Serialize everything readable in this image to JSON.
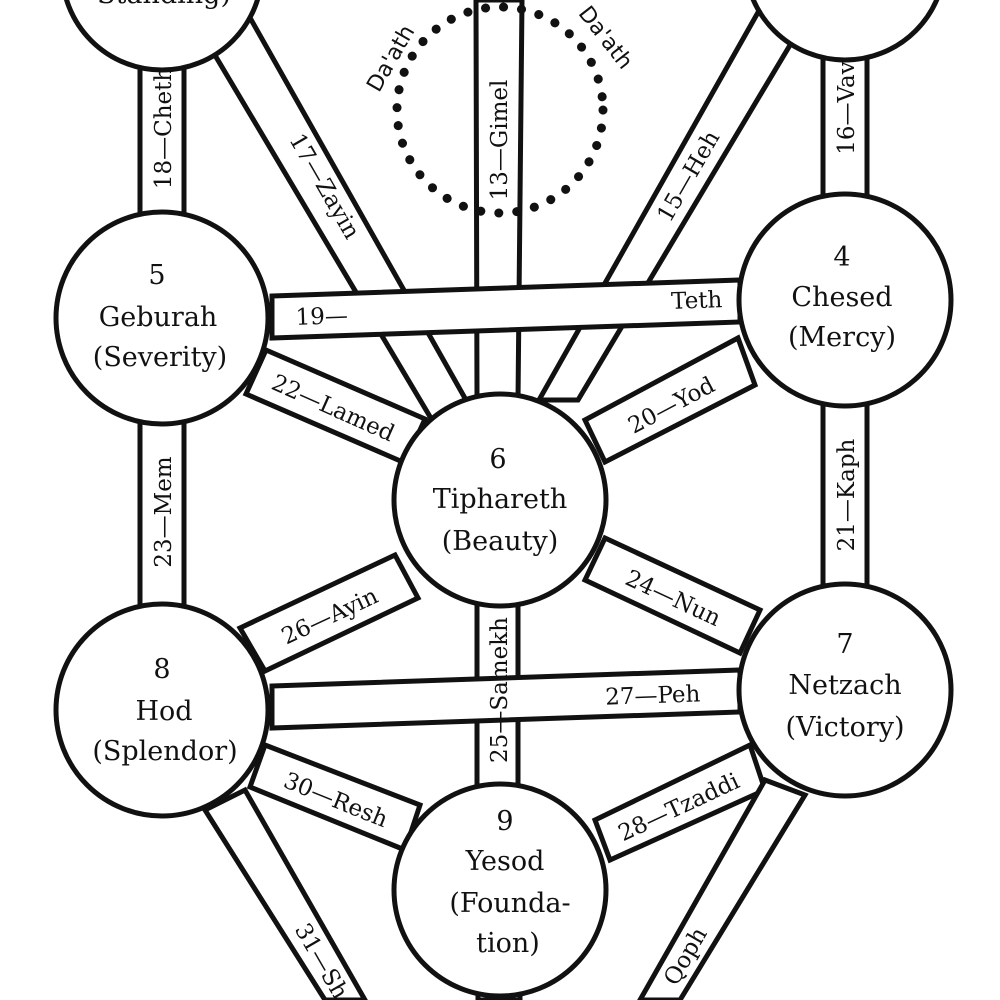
{
  "colors": {
    "ink": "#111111",
    "paper": "#ffffff"
  },
  "top_left_label": "Standing)",
  "daath": {
    "label": "Da'ath"
  },
  "sephiroth": {
    "geburah": {
      "number": "5",
      "name": "Geburah",
      "title": "(Severity)"
    },
    "chesed": {
      "number": "4",
      "name": "Chesed",
      "title": "(Mercy)"
    },
    "tiphareth": {
      "number": "6",
      "name": "Tiphareth",
      "title": "(Beauty)"
    },
    "hod": {
      "number": "8",
      "name": "Hod",
      "title": "(Splendor)"
    },
    "netzach": {
      "number": "7",
      "name": "Netzach",
      "title": "(Victory)"
    },
    "yesod": {
      "number": "9",
      "name": "Yesod",
      "line1": "(Founda-",
      "line2": "tion)"
    }
  },
  "paths": {
    "p13": "13—Gimel",
    "p15": "15—Heh",
    "p16": "16—Vav",
    "p17": "17—Zayin",
    "p18": "18—Cheth",
    "p19_left": "19—",
    "p19_right": "Teth",
    "p20": "20—Yod",
    "p21": "21—Kaph",
    "p22": "22—Lamed",
    "p23": "23—Mem",
    "p24": "24—Nun",
    "p25": "25—Samekh",
    "p26": "26—Ayin",
    "p27": "27—Peh",
    "p28": "28—Tzaddi",
    "p30": "30—Resh",
    "p31": "31—Sh",
    "p29": "Qoph"
  }
}
